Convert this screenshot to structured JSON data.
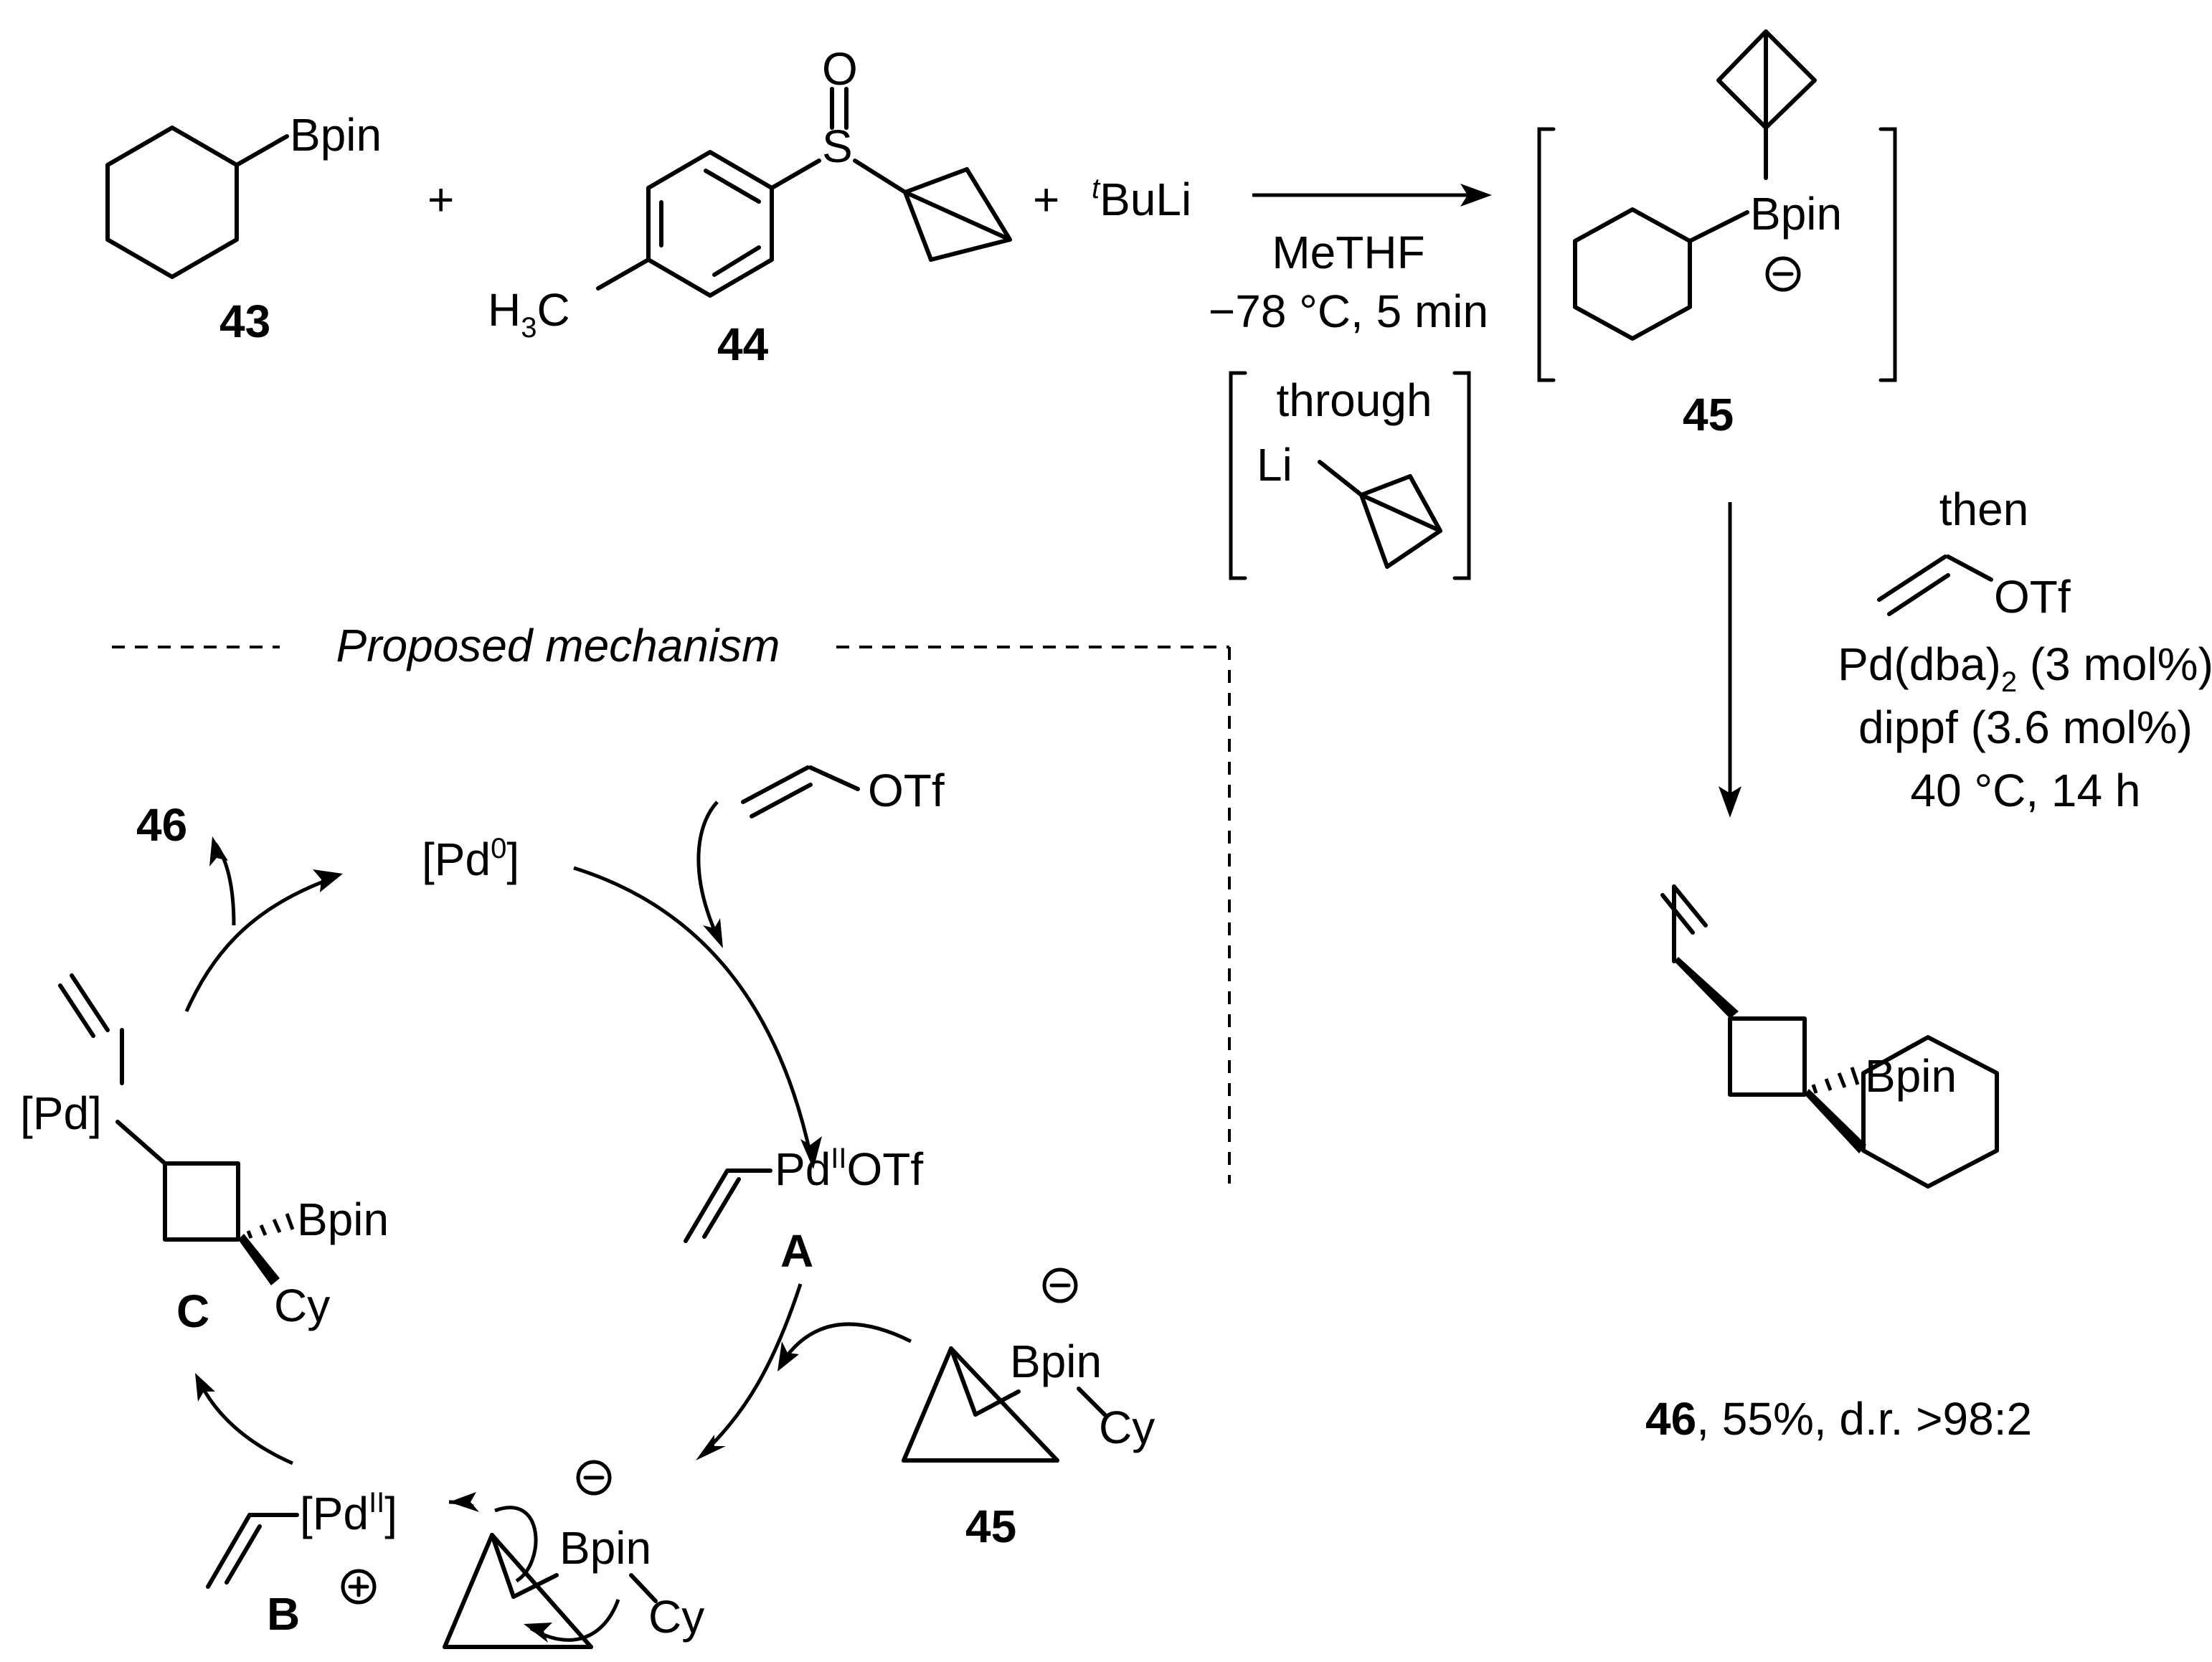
{
  "labels": {
    "bpin": "Bpin",
    "plus": "+",
    "s": "S",
    "o": "O",
    "h3c_h": "H",
    "h3c_3": "3",
    "h3c_c": "C",
    "tbuli_t": "t",
    "tbuli_rest": "BuLi",
    "cy": "Cy",
    "li": "Li",
    "otf": "OTf",
    "minus": "−",
    "plus_charge": "+"
  },
  "compounds": {
    "c43": "43",
    "c44": "44",
    "c45": "45",
    "c45_mech": "45",
    "c46": "46",
    "intA": "A",
    "intB": "B",
    "intC": "C"
  },
  "conditions": {
    "solvent": "MeTHF",
    "temp_time": "−78 °C, 5 min",
    "through": "through",
    "then": "then",
    "catalyst_main": "Pd(dba)",
    "catalyst_sub": "2",
    "catalyst_load": " (3 mol%)",
    "ligand": "dippf (3.6 mol%)",
    "temp2": "40 °C, 14 h"
  },
  "mechanism": {
    "title": "Proposed mechanism",
    "pd0_open": "[Pd",
    "pd0_sup": "0",
    "pd0_close": "]",
    "pdA_main": "Pd",
    "pdA_sup": "II",
    "pdA_otf": "OTf",
    "pdB_open": "[Pd",
    "pdB_sup": "II",
    "pdB_close": "]",
    "pdC": "[Pd]"
  },
  "result": {
    "compound": "46",
    "text": ", 55%, d.r. >98:2"
  }
}
